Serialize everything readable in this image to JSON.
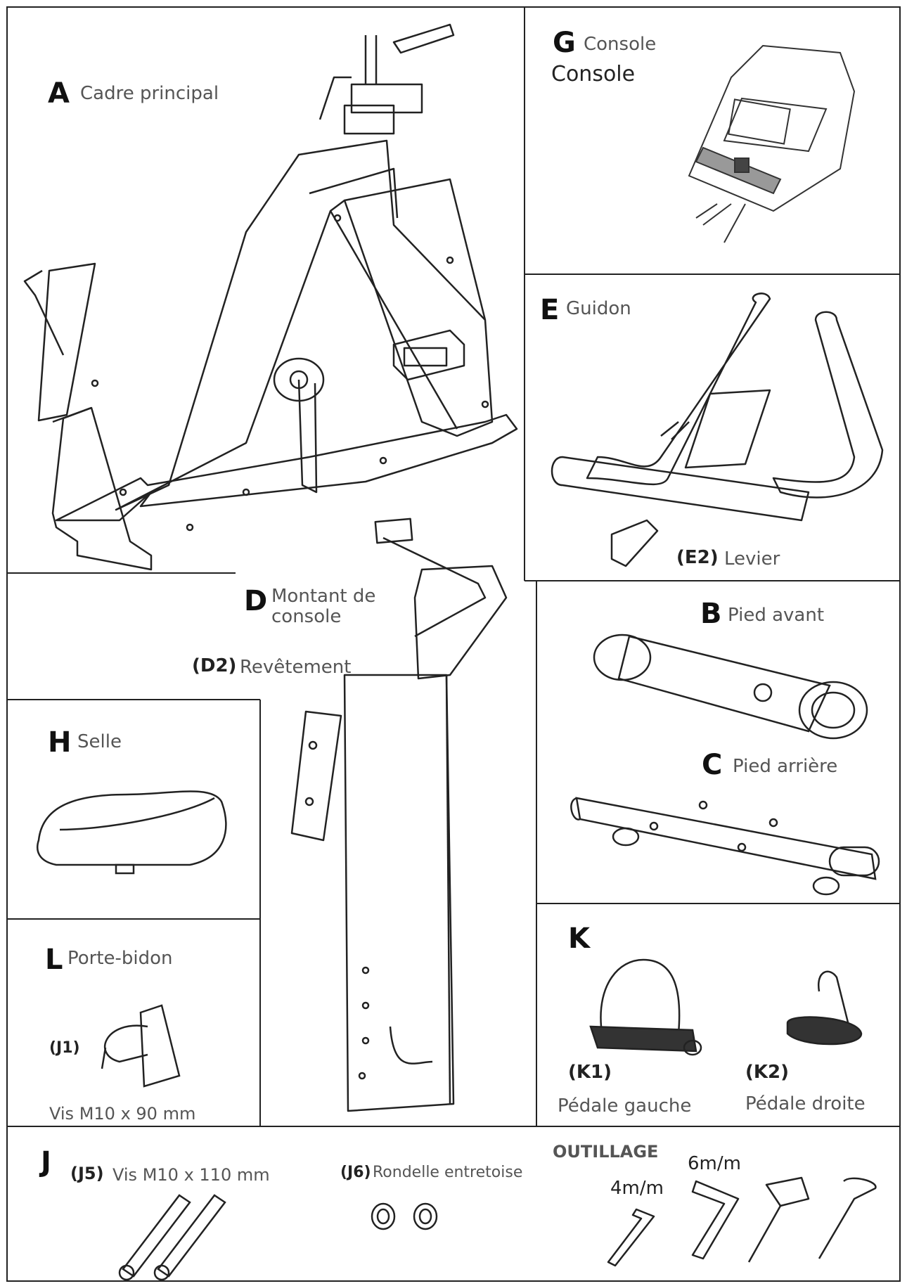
{
  "parts": {
    "A": {
      "letter": "A",
      "name": "Cadre principal"
    },
    "G": {
      "letter": "G",
      "name": "Console",
      "name2": "Console"
    },
    "E": {
      "letter": "E",
      "name": "Guidon",
      "sub_code": "(E2)",
      "sub_name": "Levier"
    },
    "D": {
      "letter": "D",
      "name_line1": "Montant de",
      "name_line2": "console",
      "sub_code": "(D2)",
      "sub_name": "Revêtement"
    },
    "B": {
      "letter": "B",
      "name": "Pied avant"
    },
    "C": {
      "letter": "C",
      "name": "Pied arrière"
    },
    "H": {
      "letter": "H",
      "name": "Selle"
    },
    "L": {
      "letter": "L",
      "name": "Porte-bidon",
      "sub_code": "(J1)",
      "sub_name": "Vis M10 x 90 mm"
    },
    "K": {
      "letter": "K",
      "k1_code": "(K1)",
      "k1_name": "Pédale gauche",
      "k2_code": "(K2)",
      "k2_name": "Pédale droite"
    },
    "J": {
      "letter": "J",
      "j5_code": "(J5)",
      "j5_name": "Vis M10 x 110 mm",
      "j6_code": "(J6)",
      "j6_name": "Rondelle entretoise"
    }
  },
  "tools": {
    "title": "OUTILLAGE",
    "key_4": "4m/m",
    "key_6": "6m/m"
  }
}
